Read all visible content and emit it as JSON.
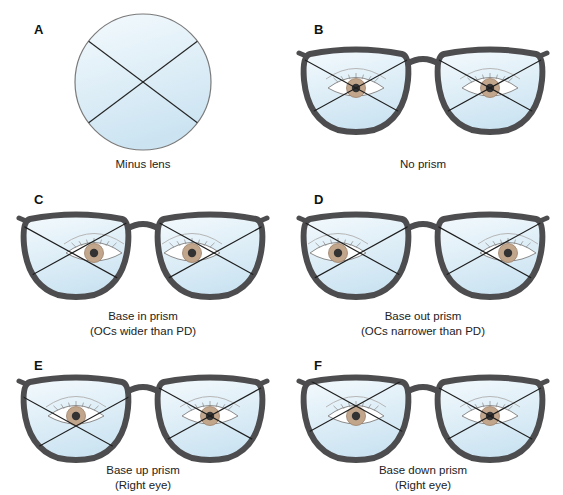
{
  "diagram": {
    "labels": [
      "A",
      "Minus lens",
      "B",
      "No prism",
      "C",
      "Base in prism",
      "(OCs wider than PD)",
      "D",
      "Base out prism",
      "(OCs narrower than PD)",
      "E",
      "Base up prism",
      "(Right eye)",
      "F",
      "Base down prism",
      "(Right eye)"
    ]
  }
}
